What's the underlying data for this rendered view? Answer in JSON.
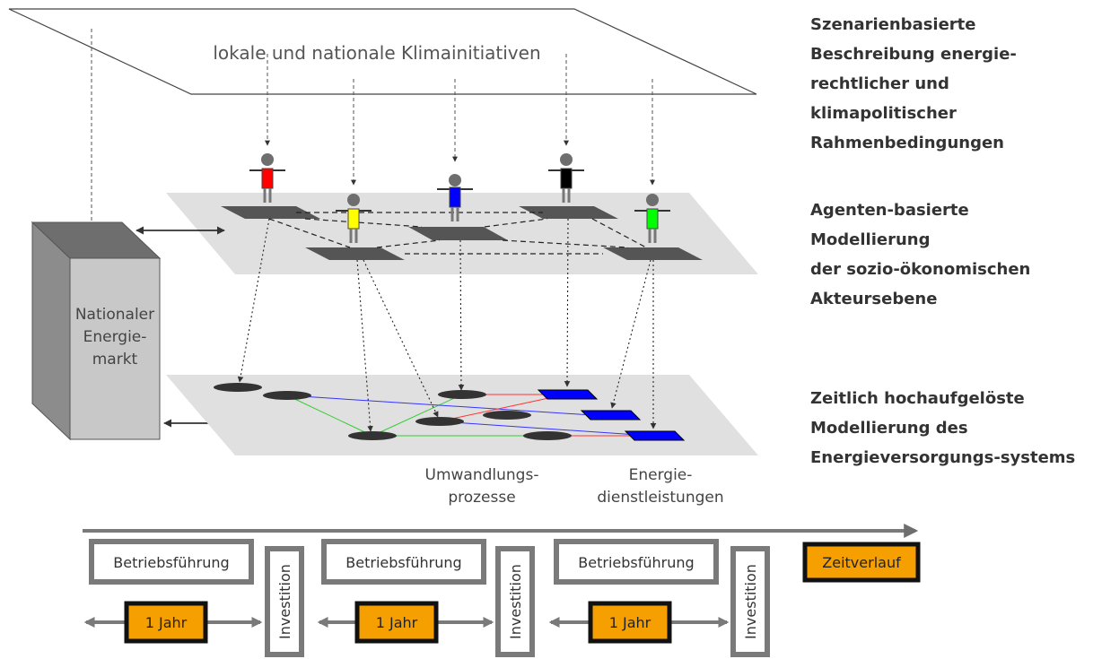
{
  "top_plane_label": "lokale und nationale Klimainitiativen",
  "market_box": {
    "line1": "Nationaler",
    "line2": "Energie-",
    "line3": "markt"
  },
  "right_labels": {
    "scenario": [
      "Szenarienbasierte",
      "Beschreibung energie-",
      "rechtlicher und",
      "klimapolitischer",
      "Rahmenbedingungen"
    ],
    "agents": [
      "Agenten-basierte",
      "Modellierung",
      "der sozio-ökonomischen",
      "Akteursebene"
    ],
    "energy": [
      "Zeitlich hochaufgelöste",
      "Modellierung des",
      "Energieversorgungs-systems"
    ]
  },
  "bottom_labels": {
    "umwandlung": [
      "Umwandlungs-",
      "prozesse"
    ],
    "dienst": [
      "Energie-",
      "dienstleistungen"
    ]
  },
  "agents": [
    {
      "color": "#ff0000"
    },
    {
      "color": "#ffff00"
    },
    {
      "color": "#0000ff"
    },
    {
      "color": "#000000"
    },
    {
      "color": "#00ff00"
    }
  ],
  "timeline": {
    "betrieb_label": "Betriebsführung",
    "investition_label": "Investition",
    "jahr_label": "1 Jahr",
    "zeitverlauf_label": "Zeitverlauf",
    "accent_color": "#f5a000"
  }
}
